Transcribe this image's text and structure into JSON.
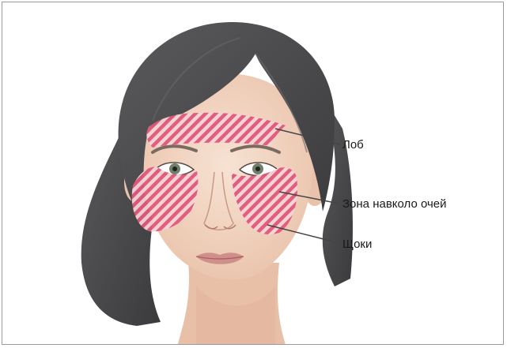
{
  "labels": {
    "forehead": "Лоб",
    "eye_area": "Зона навколо очей",
    "cheeks": "Щоки"
  },
  "colors": {
    "zone_stripe": "#e0587a",
    "hair": "#4a4a4c",
    "skin": "#f3d8c6",
    "leader_line": "#444444"
  }
}
